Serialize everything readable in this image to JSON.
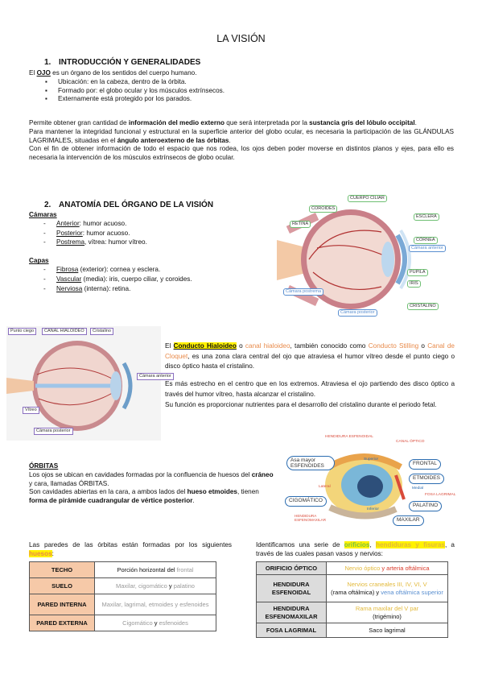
{
  "title": "LA VISIÓN",
  "s1": {
    "num": "1.",
    "heading": "INTRODUCCIÓN Y GENERALIDADES",
    "intro_pre": "El ",
    "intro_bold": "OJO",
    "intro_post": " es un órgano de los sentidos del cuerpo humano.",
    "bullets": [
      "Ubicación: en la cabeza, dentro de la órbita.",
      "Formado por: el globo ocular y los músculos extrínsecos.",
      "Externamente está protegido por los parados."
    ],
    "p1_a": "Permite obtener gran cantidad de ",
    "p1_b": "información del medio externo",
    "p1_c": " que será interpretada por la ",
    "p1_d": "sustancia gris del lóbulo occipital",
    "p1_e": ".",
    "p2_a": "Para mantener la integridad funcional y estructural en la superficie anterior del globo ocular, es necesaria la participación de las GLÁNDULAS LAGRIMALES, situadas en el ",
    "p2_b": "ángulo anteroexterno de las órbitas",
    "p2_c": ".",
    "p3": "Con el fin de obtener información de todo el espacio que nos rodea, los ojos deben poder moverse en distintos planos y ejes, para ello es necesaria la intervención de los músculos extrínsecos de globo ocular."
  },
  "s2": {
    "num": "2.",
    "heading": "ANATOMÍA DEL ÓRGANO DE LA VISIÓN",
    "camaras_title": "Cámaras",
    "camaras": [
      {
        "term": "Anterior",
        "desc": ": humor acuoso."
      },
      {
        "term": "Posterior",
        "desc": ": humor acuoso."
      },
      {
        "term": "Postrema",
        "desc": ", vítrea: humor vítreo."
      }
    ],
    "capas_title": "Capas",
    "capas": [
      {
        "term": "Fibrosa",
        "desc": " (exterior): cornea y esclera."
      },
      {
        "term": "Vascular",
        "desc": " (media): iris, cuerpo ciliar, y coroides."
      },
      {
        "term": "Nerviosa",
        "desc": " (interna): retina."
      }
    ],
    "eye_labels": {
      "coroides": "COROIDES",
      "cuerpo_ciliar": "CUERPO CILIAR",
      "retina": "RETINA",
      "esclera": "ESCLERA",
      "cornea": "CÓRNEA",
      "camara_anterior": "Cámara anterior",
      "pupila": "PUPILA",
      "iris": "IRIS",
      "camara_postrema": "Cámara postrema",
      "camara_posterior": "Cámara posterior",
      "cristalino": "CRISTALINO"
    },
    "hialoideo_labels": {
      "punto_ciego": "Punto ciego",
      "canal": "CANAL HIALOIDEO",
      "cristalino": "Cristalino",
      "camara_anterior": "Cámara anterior",
      "vitreo": "Vítreo",
      "camara_posterior": "Cámara posterior"
    },
    "conducto_a": "El ",
    "conducto_b": "Conducto Hialoideo",
    "conducto_c": " o ",
    "conducto_d": "canal hialoideo",
    "conducto_e": ", también conocido como ",
    "conducto_f": "Conducto Stilling",
    "conducto_g": " o ",
    "conducto_h": "Canal de Cloquet",
    "conducto_i": ", es una zona clara central del ojo que atraviesa el humor vítreo desde el punto ciego o disco óptico hasta el cristalino.",
    "conducto_p2": "Es más estrecho en el centro que en los extremos. Atraviesa el ojo partiendo des disco óptico a través del humor vítreo, hasta alcanzar el cristalino.",
    "conducto_p3": "Su función es proporcionar nutrientes para el desarrollo del cristalino durante el periodo fetal."
  },
  "orbitas": {
    "title": "ÓRBITAS",
    "p1_a": "Los ojos se ubican en cavidades formadas por la confluencia de huesos del ",
    "p1_b": "cráneo",
    "p1_c": " y cara, llamadas ÓRBITAS.",
    "p2_a": "Son cavidades abiertas en la cara, a ambos lados del ",
    "p2_b": "hueso etmoides",
    "p2_c": ", tienen ",
    "p2_d": "forma de pirámide cuadrangular de vértice posterior",
    "p2_e": ".",
    "figure_labels": {
      "hendidura_esfenoidal": "HENDIDURA ESFENOIDAL",
      "canal_optico": "CANAL ÓPTICO",
      "asa_mayor": "Asa mayor ESFENOIDES",
      "superior": "Superior",
      "frontal": "FRONTAL",
      "lateral": "Lateral",
      "etmoides": "ETMOIDES",
      "medial": "Medial",
      "fosa_lagrimal": "FOSA LAGRIMAL",
      "cigomatico": "CIGOMÁTICO",
      "palatino": "PALATINO",
      "inferior": "Inferior",
      "hendidura_esfenomaxilar": "HENDIDURA ESFENOMAXILAR",
      "maxilar": "MAXILAR"
    },
    "walls_intro": "Las paredes de las órbitas están formadas por los siguientes ",
    "walls_word": "huesos",
    "walls_colon": ":",
    "walls": [
      {
        "k": "TECHO",
        "v1": "Porción horizontal del ",
        "v2": "frontal"
      },
      {
        "k": "SUELO",
        "v1": "Maxilar, cigomático ",
        "v2": "y",
        "v3": " palatino"
      },
      {
        "k": "PARED INTERNA",
        "v1": "Maxilar, lagrimal, etmoides y esfenoides"
      },
      {
        "k": "PARED EXTERNA",
        "v1": "Cigomático ",
        "v2": "y",
        "v3": " esfenoides"
      }
    ],
    "holes_intro_a": "Identificamos una serie de ",
    "holes_intro_b": "orificios",
    "holes_intro_c": ", ",
    "holes_intro_d": "hendiduras y fisuras",
    "holes_intro_e": ", a través de las cuales pasan vasos y nervios:",
    "holes": {
      "r1k": "ORIFICIO ÓPTICO",
      "r1v_a": "Nervio óptico",
      "r1v_b": " y arteria oftálmica",
      "r2k": "HENDIDURA ESFENOIDAL",
      "r2v_a": "Nervios craneales III, IV, VI, V",
      "r2v_b": "(rama oftálmica) y ",
      "r2v_c": "vena oftálmica superior",
      "r3k": "HENDIDURA ESFENOMAXILAR",
      "r3v_a": "Rama maxilar del V par",
      "r3v_b": "(trigémino)",
      "r4k": "FOSA LAGRIMAL",
      "r4v": "Saco lagrimal"
    }
  },
  "colors": {
    "orange": "#e88a4a",
    "walls_key_bg": "#f6c9a8",
    "holes_key_bg": "#dcdcdc",
    "highlight": "#fff200",
    "red": "#d93a2b",
    "blue": "#5a8fd0",
    "green": "#7ac142"
  }
}
